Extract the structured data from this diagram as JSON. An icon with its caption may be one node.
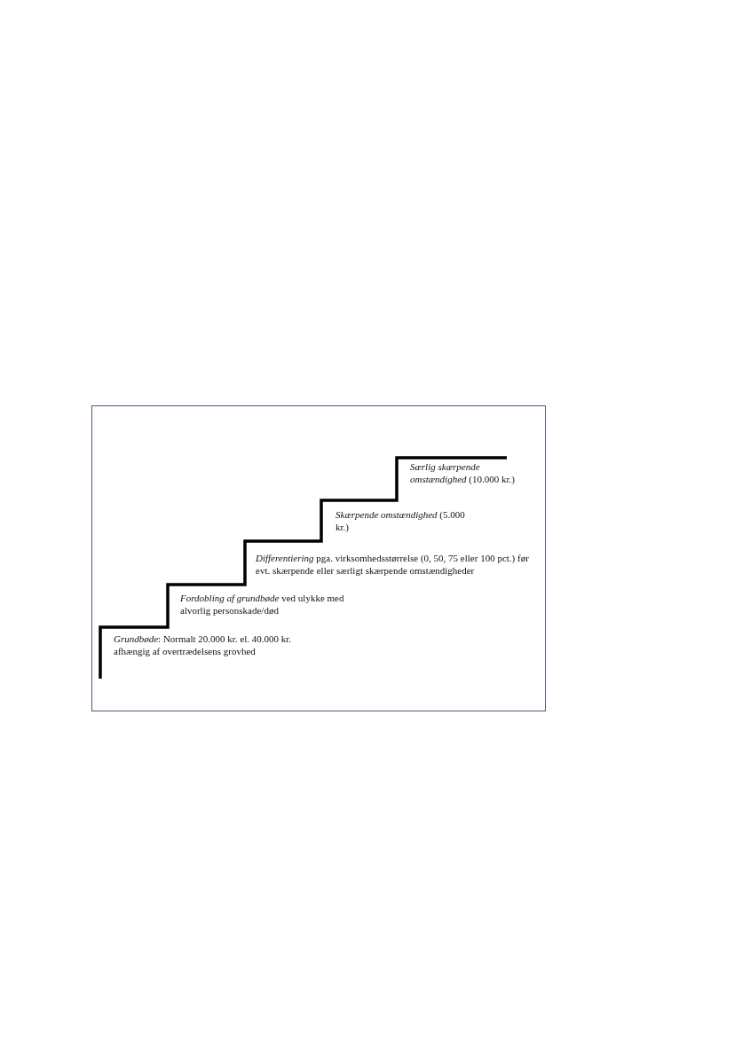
{
  "diagram": {
    "labels": [
      "*Særlig skærpende omstændighed* (10.000 kr.)",
      "*Skærpende omstændighed* (5.000 kr.)",
      "*Differentiering* pga. virksomhedsstørrelse (0, 50, 75 eller 100 pct.) før evt. skærpende eller særligt skærpende omstændigheder",
      "*Fordobling af grundbøde* ved ulykke med alvorlig personskade/død",
      "*Grundbøde*: Normalt 20.000 kr. el. 40.000 kr. afhængig af overtrædelsens grovhed"
    ]
  }
}
